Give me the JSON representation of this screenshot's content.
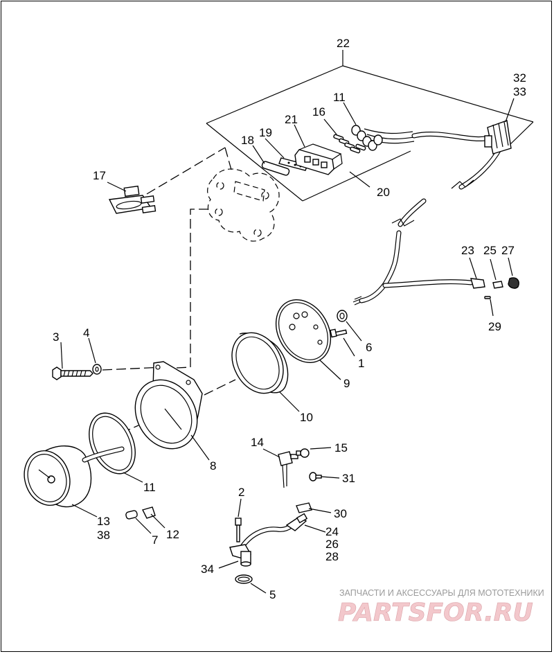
{
  "callouts": {
    "c22": "22",
    "c32": "32",
    "c33": "33",
    "c11a": "11",
    "c16": "16",
    "c21": "21",
    "c19": "19",
    "c18": "18",
    "c17": "17",
    "c20": "20",
    "c23": "23",
    "c25": "25",
    "c27": "27",
    "c29": "29",
    "c3": "3",
    "c4": "4",
    "c6": "6",
    "c1": "1",
    "c9": "9",
    "c10": "10",
    "c8": "8",
    "c14": "14",
    "c15": "15",
    "c31": "31",
    "c2": "2",
    "c30": "30",
    "c24": "24",
    "c26": "26",
    "c28": "28",
    "c34": "34",
    "c5": "5",
    "c11b": "11",
    "c13": "13",
    "c38": "38",
    "c7": "7",
    "c12": "12"
  },
  "watermark": {
    "tagline": "ЗАПЧАСТИ И АКСЕССУАРЫ ДЛЯ МОТОТЕХНИКИ",
    "brand": "PARTSFOR.RU"
  }
}
